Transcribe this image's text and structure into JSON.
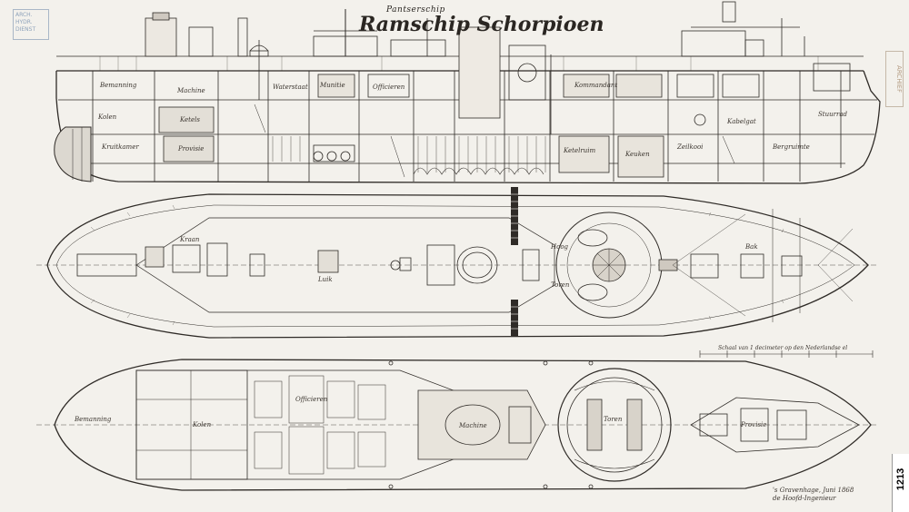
{
  "title": {
    "line1": "Pantserschip",
    "line2": "Ramschip Schorpioen"
  },
  "stamp": {
    "text": "ARCH. HYDR. DIENST"
  },
  "side_stamp": {
    "text": "ARCHIEF"
  },
  "catalog_number": "1213",
  "signature": {
    "line1": "'s Gravenhage, Juni 1868",
    "line2": "de Hoofd-Ingenieur"
  },
  "labels": {
    "profile": [
      "Bemanning",
      "Kolen",
      "Machine",
      "Ketels",
      "Kruitkamer",
      "Provisie",
      "Waterstaat",
      "Munitie",
      "Officieren",
      "Kommandant",
      "Ketelruim",
      "Keuken",
      "Zeilkooi",
      "Kabelgat",
      "Bergruimte",
      "Stuurrad"
    ],
    "upper_deck": [
      "Kraan",
      "Hoog",
      "Luik",
      "Toren",
      "Bak"
    ],
    "lower_deck": [
      "Bemanning",
      "Kolen",
      "Machine",
      "Toren",
      "Provisie",
      "Officieren"
    ],
    "notes": [
      "Schaal van 1 decimeter op den Nederlandse el"
    ]
  },
  "colors": {
    "paper": "#f3f1ec",
    "ink": "#2f2b27",
    "faint": "#8a8379"
  }
}
